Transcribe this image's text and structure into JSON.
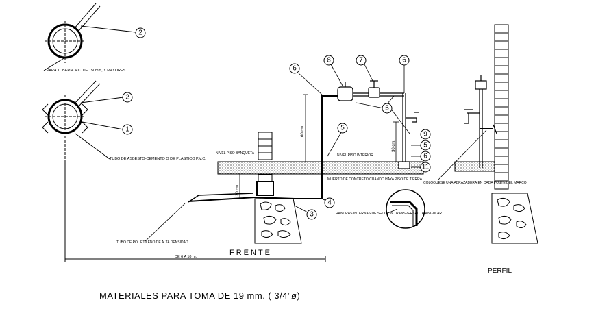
{
  "title": "MATERIALES PARA TOMA DE 19 mm. ( 3/4\"ø)",
  "view_front": "FRENTE",
  "view_profile": "PERFIL",
  "notes": {
    "pipe_ac": "PARA TUBERIA A.C. DE 150mm, Y MAYORES",
    "pipe_asbestos": "TUBO DE ASBESTO-CEMENTO O DE PLASTICO P.V.C.",
    "sidewalk": "NIVEL PISO BANQUETA",
    "interior": "NIVEL PISO INTERIOR",
    "concrete": "MUERTO DE CONCRETO CUANDO HAYA PISO DE TIERRA",
    "clamp": "COLOQUESE UNA ABRAZADERA EN CADA POSTE DEL MARCO",
    "grooves": "RANURAS INTERNAS DE SECCION TRANSVERSAL TRIANGULAR",
    "polyethylene": "TUBO DE POLIETILENO DE ALTA DENSIDAD",
    "distance": "DE 6 A 10 m."
  },
  "dims": {
    "d60": "60 cm.",
    "d30a": "30 cm.",
    "d30b": "30 cm."
  },
  "callouts": {
    "c1": "1",
    "c2a": "2",
    "c2b": "2",
    "c3": "3",
    "c4": "4",
    "c5a": "5",
    "c5b": "5",
    "c5c": "5",
    "c6a": "6",
    "c6b": "6",
    "c6c": "6",
    "c7": "7",
    "c8": "8",
    "c9": "9",
    "c11": "11"
  }
}
